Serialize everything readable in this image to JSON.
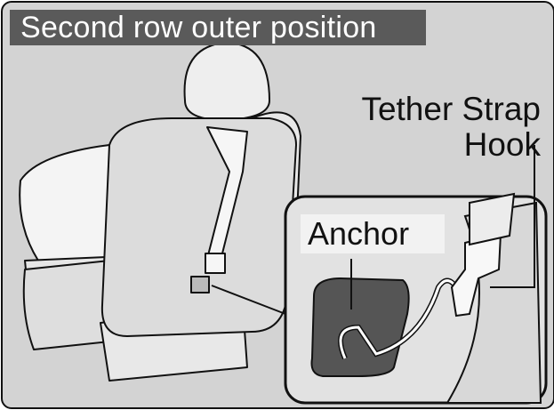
{
  "title": "Second row outer position",
  "labels": {
    "tether_line1": "Tether Strap",
    "tether_line2": "Hook",
    "anchor": "Anchor"
  },
  "colors": {
    "background": "#d3d3d3",
    "title_bar": "#5a5a5a",
    "inset": "#e2e2e2"
  }
}
